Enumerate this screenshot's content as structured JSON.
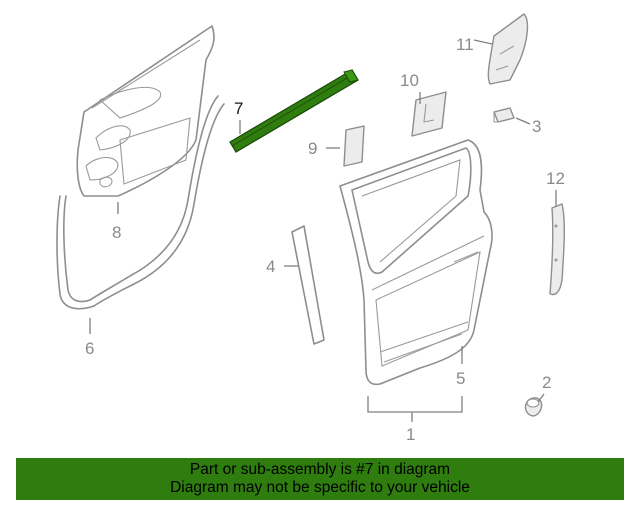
{
  "callouts": {
    "c1": "1",
    "c2": "2",
    "c3": "3",
    "c4": "4",
    "c5": "5",
    "c6": "6",
    "c7": "7",
    "c8": "8",
    "c9": "9",
    "c10": "10",
    "c11": "11",
    "c12": "12"
  },
  "highlight": {
    "part_number": "7",
    "color": "#2e7d0e"
  },
  "footer": {
    "line1": "Part or sub-assembly is #7 in diagram",
    "line2": "Diagram may not be specific to your vehicle",
    "background": "#2e7d0e"
  }
}
